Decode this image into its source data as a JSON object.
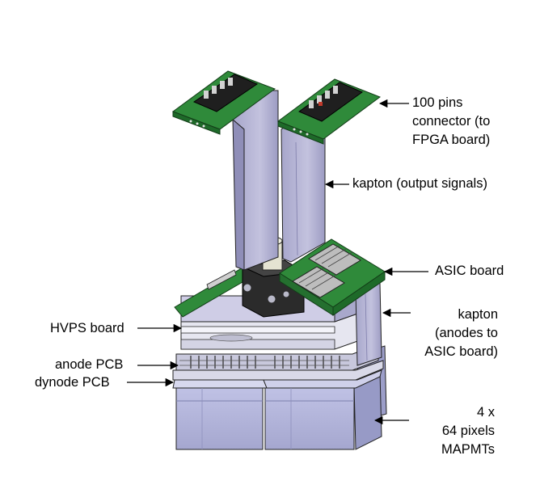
{
  "labels": {
    "connector": [
      "100 pins",
      "connector (to",
      "FPGA board)"
    ],
    "kapton_output": "kapton (output signals)",
    "asic_board": "ASIC board",
    "kapton_anodes": [
      "kapton",
      "(anodes to",
      "ASIC board)"
    ],
    "hvps_board": "HVPS board",
    "anode_pcb": "anode PCB",
    "dynode_pcb": "dynode PCB",
    "mapmts": [
      "4 x",
      "64 pixels",
      "MAPMTs"
    ]
  },
  "colors": {
    "pcb_green": "#2f8a3a",
    "pcb_dark": "#1e6a29",
    "kapton": "#b4b3d2",
    "kapton_dark": "#8c8bb4",
    "block_dark": "#2b2b2b",
    "mapmt": "#aeb0d6",
    "outline": "#1a1a1a",
    "arrow": "#000000"
  }
}
